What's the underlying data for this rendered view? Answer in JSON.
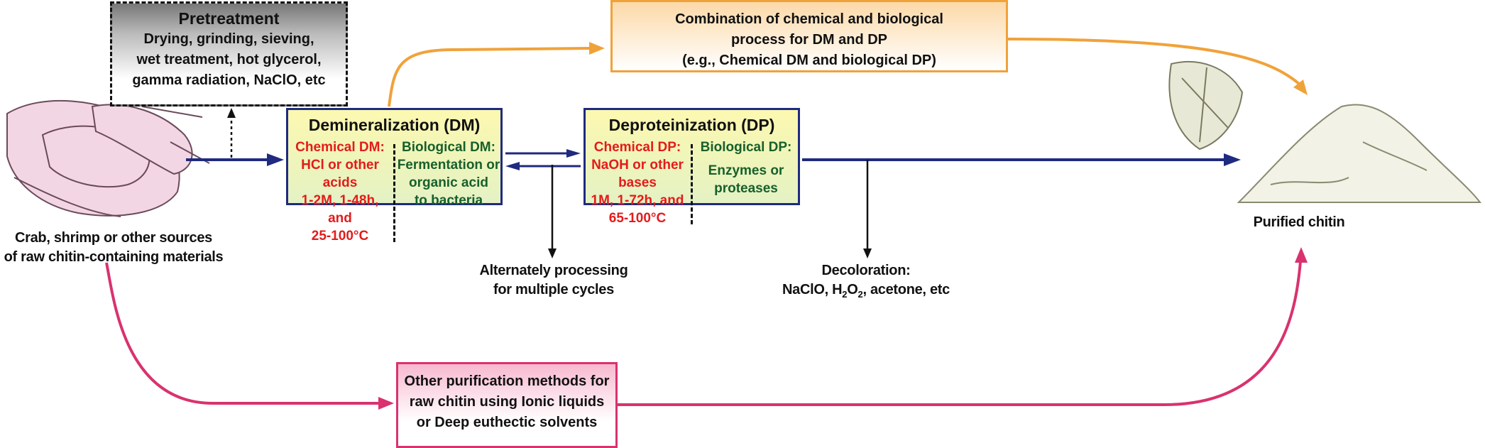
{
  "pretreatment": {
    "title": "Pretreatment",
    "lines": [
      "Drying, grinding, sieving,",
      "wet treatment, hot glycerol,",
      "gamma radiation, NaClO, etc"
    ]
  },
  "combination": {
    "lines": [
      "Combination of chemical and biological",
      "process for DM and DP",
      "(e.g., Chemical DM and biological DP)"
    ]
  },
  "demineralization": {
    "title": "Demineralization (DM)",
    "chemical": [
      "Chemical DM:",
      "HCl or other acids",
      "1-2M, 1-48h, and",
      "25-100°C"
    ],
    "biological": [
      "Biological DM:",
      "Fermentation or",
      "organic acid",
      "to bacteria"
    ]
  },
  "deproteinization": {
    "title": "Deproteinization (DP)",
    "chemical": [
      "Chemical DP:",
      "NaOH or other bases",
      "1M, 1-72h, and",
      "65-100°C"
    ],
    "biological": [
      "Biological DP:",
      "Enzymes or",
      "proteases"
    ]
  },
  "other": {
    "lines": [
      "Other purification methods for",
      "raw chitin using Ionic liquids",
      "or Deep euthectic solvents"
    ]
  },
  "source_label": [
    "Crab, shrimp or other sources",
    "of raw chitin-containing materials"
  ],
  "alternate_label": [
    "Alternately processing",
    "for multiple cycles"
  ],
  "decoloration": {
    "title": "Decoloration:",
    "text_a": "NaClO, H",
    "sub1": "2",
    "text_b": "O",
    "sub2": "2",
    "text_c": ", acetone, etc"
  },
  "product_label": "Purified chitin",
  "colors": {
    "navy": "#1f2a80",
    "orange": "#f0a23a",
    "pink": "#d9326f",
    "red": "#e41b1b",
    "green": "#17602c"
  },
  "icons": [
    "shrimp-illustration",
    "chitin-flakes-illustration",
    "chitin-powder-pile-illustration"
  ]
}
